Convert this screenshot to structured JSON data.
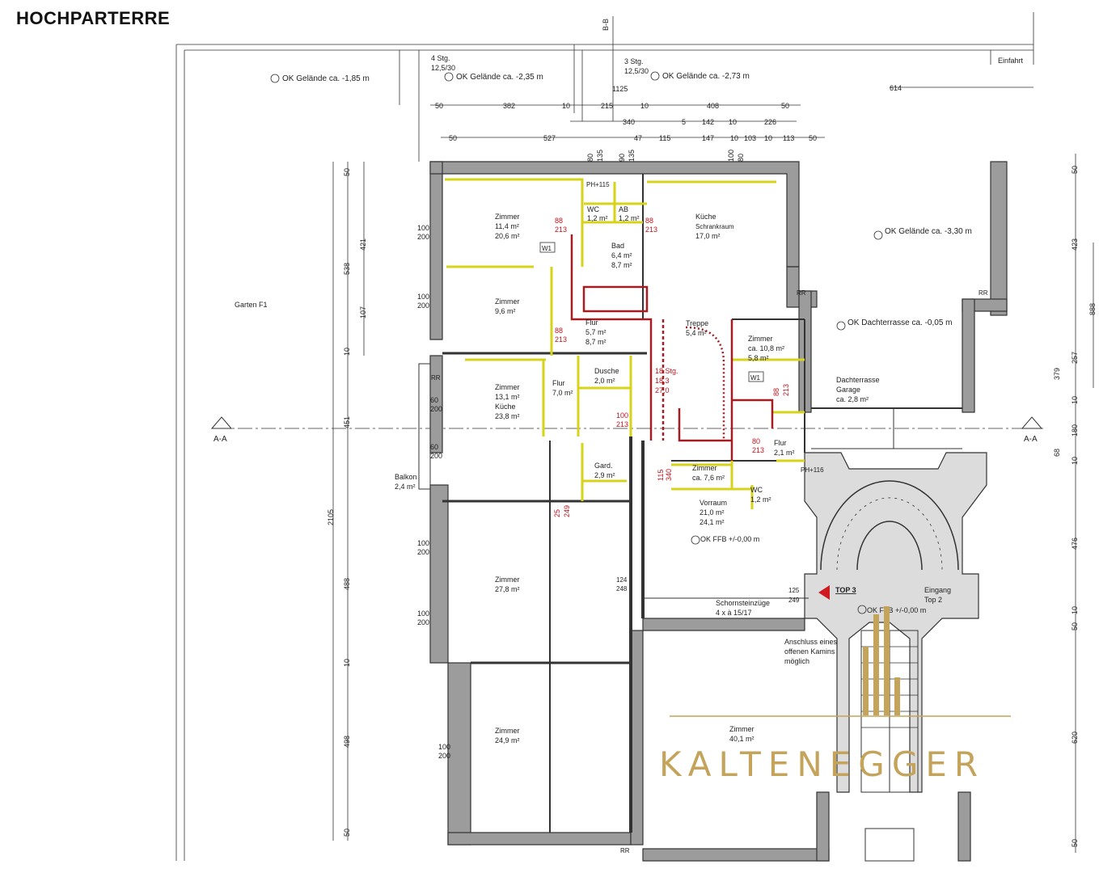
{
  "title": "HOCHPARTERRE",
  "brand": {
    "name": "KALTENEGGER",
    "color": "#c4a35a"
  },
  "colors": {
    "wall": "#9c9c9c",
    "highlight_yellow": "#d6d31a",
    "highlight_red": "#a31d22"
  },
  "top_notes": {
    "stairs_left": "4 Stg.",
    "stairs_left_ratio": "12,5/30",
    "stairs_right": "3 Stg.",
    "stairs_right_ratio": "12,5/30",
    "level_a": "OK Gelände ca. -1,85 m",
    "level_b": "OK Gelände ca. -2,35 m",
    "level_c": "OK Gelände ca. -2,73 m",
    "einfahrt": "Einfahrt",
    "bb": "B-B",
    "ph_top": "PH+115"
  },
  "dims_top_row1": [
    "614",
    "1125"
  ],
  "dims_top_row2": [
    "50",
    "382",
    "10",
    "215",
    "10",
    "408",
    "50"
  ],
  "dims_top_row3": [
    "340",
    "5",
    "142",
    "10",
    "226"
  ],
  "dims_top_row4": [
    "50",
    "527",
    "47",
    "115",
    "147",
    "10",
    "103",
    "10",
    "113",
    "50"
  ],
  "dims_top_row5": [
    "80",
    "135",
    "90",
    "135",
    "100",
    "80"
  ],
  "dims_left": [
    "50",
    "421",
    "538",
    "107",
    "10",
    "451",
    "2105",
    "488",
    "10",
    "498",
    "50"
  ],
  "dims_right": [
    "50",
    "423",
    "888",
    "257",
    "379",
    "10",
    "180",
    "10",
    "68",
    "476",
    "10",
    "50",
    "620",
    "50"
  ],
  "openings_left": [
    "100",
    "200",
    "100",
    "200",
    "60",
    "200",
    "60",
    "200",
    "100",
    "200",
    "100",
    "200",
    "100",
    "200"
  ],
  "rooms": {
    "zimmer1": {
      "name": "Zimmer",
      "a1": "11,4 m²",
      "a2": "20,6 m²"
    },
    "wc1": {
      "name": "WC",
      "a1": "1,2 m²"
    },
    "ab": {
      "name": "AB",
      "a1": "1,2 m²"
    },
    "kueche_top": {
      "name": "Küche",
      "sub": "Schrankraum",
      "a1": "17,0 m²"
    },
    "bad": {
      "name": "Bad",
      "a1": "6,4 m²",
      "a2": "8,7 m²"
    },
    "zimmer2": {
      "name": "Zimmer",
      "a1": "9,6 m²"
    },
    "flur1": {
      "name": "Flur",
      "a1": "5,7 m²",
      "a2": "8,7 m²"
    },
    "treppe": {
      "name": "Treppe",
      "a1": "5,4 m²"
    },
    "zimmer3": {
      "name": "Zimmer",
      "a1": "ca. 10,8 m²",
      "a2": "5,8 m²"
    },
    "zimmer_kueche": {
      "name": "Zimmer",
      "a1": "13,1 m²",
      "sub": "Küche",
      "a2": "23,8 m²"
    },
    "flur2": {
      "name": "Flur",
      "a1": "7,0 m²"
    },
    "dusche": {
      "name": "Dusche",
      "a1": "2,0 m²"
    },
    "stg": {
      "name": "18 Stg.",
      "a1": "18,3",
      "a2": "27,0"
    },
    "flur3": {
      "name": "Flur",
      "a1": "2,1 m²"
    },
    "gard": {
      "name": "Gard.",
      "a1": "2,9 m²"
    },
    "zimmer4": {
      "name": "Zimmer",
      "a1": "ca. 7,6 m²"
    },
    "wc2": {
      "name": "WC",
      "a1": "1,2 m²"
    },
    "vorraum": {
      "name": "Vorraum",
      "a1": "21,0 m²",
      "a2": "24,1 m²"
    },
    "zimmer5": {
      "name": "Zimmer",
      "a1": "27,8 m²"
    },
    "zimmer6": {
      "name": "Zimmer",
      "a1": "24,9 m²"
    },
    "zimmer7": {
      "name": "Zimmer",
      "a1": "40,1 m²"
    },
    "dachterrasse": {
      "name": "Dachterrasse",
      "sub": "Garage",
      "a1": "ca. 2,8 m²"
    }
  },
  "labels": {
    "garten": "Garten F1",
    "balkon": "Balkon",
    "balkon_area": "2,4 m²",
    "ok_gelaende_right": "OK Gelände ca. -3,30 m",
    "ok_dachterrasse": "OK Dachterrasse ca. -0,05 m",
    "ok_ffb": "OK FFB +/-0,00 m",
    "ok_ffb2": "OK FFB +/-0,00 m",
    "section_left": "A-A",
    "section_right": "A-A",
    "rr": "RR",
    "w1": "W1",
    "top3": "TOP 3",
    "eingang": "Eingang",
    "top2": "Top 2",
    "ph_mid": "PH+116",
    "schornstein": "Schornsteinzüge",
    "schornstein_size": "4 x à 15/17",
    "kamin1": "Anschluss eines",
    "kamin2": "offenen Kamins",
    "kamin3": "möglich",
    "nr_125": "125",
    "nr_249": "249",
    "nr_124": "124",
    "nr_248": "248"
  },
  "red_openings": [
    "88",
    "213",
    "88",
    "213",
    "88",
    "213",
    "88",
    "213",
    "100",
    "213",
    "80",
    "213",
    "115",
    "340",
    "25",
    "249"
  ]
}
